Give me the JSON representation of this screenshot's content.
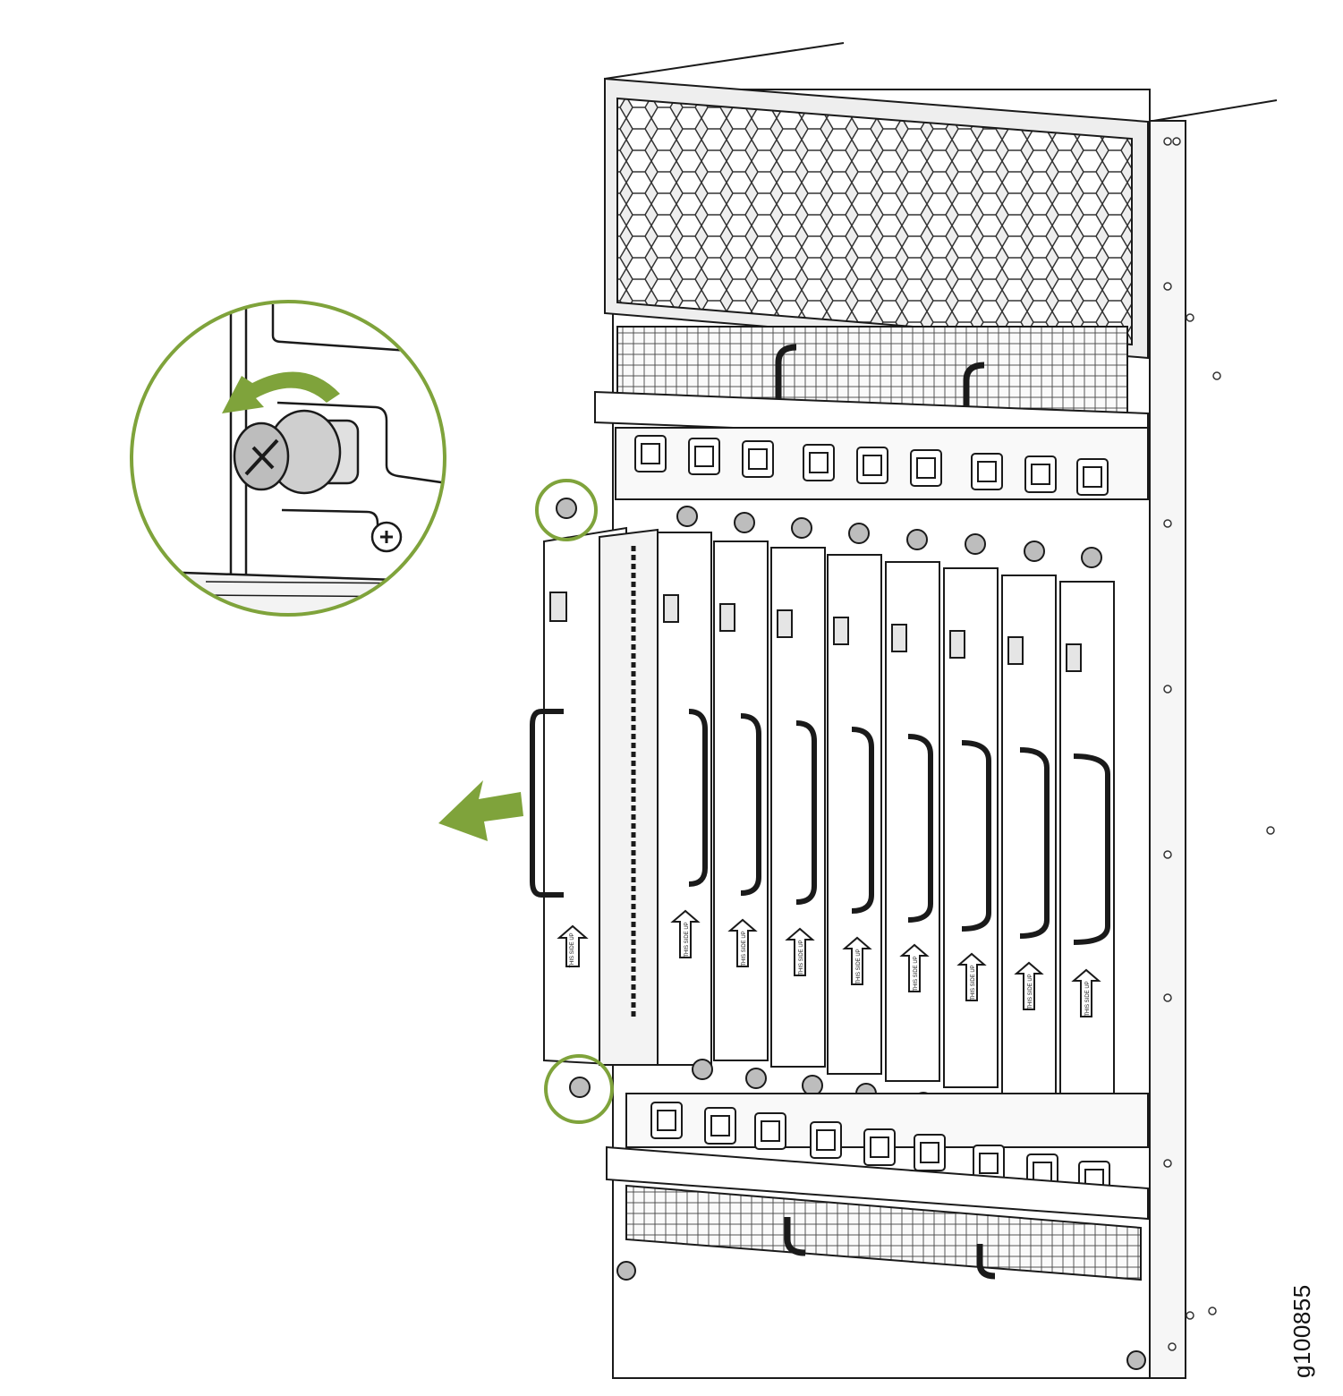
{
  "figure": {
    "id_label": "g100855",
    "module_label": "THIS SIDE UP",
    "colors": {
      "accent": "#7fa33b",
      "line": "#1a1a1a",
      "fill_light": "#f2f2f2",
      "fill_mid": "#d9d9d9",
      "knob": "#bdbdbd"
    },
    "modules": {
      "installed_count": 8,
      "removed_count": 1
    },
    "callouts": [
      {
        "name": "top-captive-screw-highlight"
      },
      {
        "name": "bottom-captive-screw-highlight"
      }
    ],
    "icons": [
      "rotate-counterclockwise-arrow-icon",
      "pull-out-arrow-icon",
      "captive-screw-icon"
    ]
  }
}
